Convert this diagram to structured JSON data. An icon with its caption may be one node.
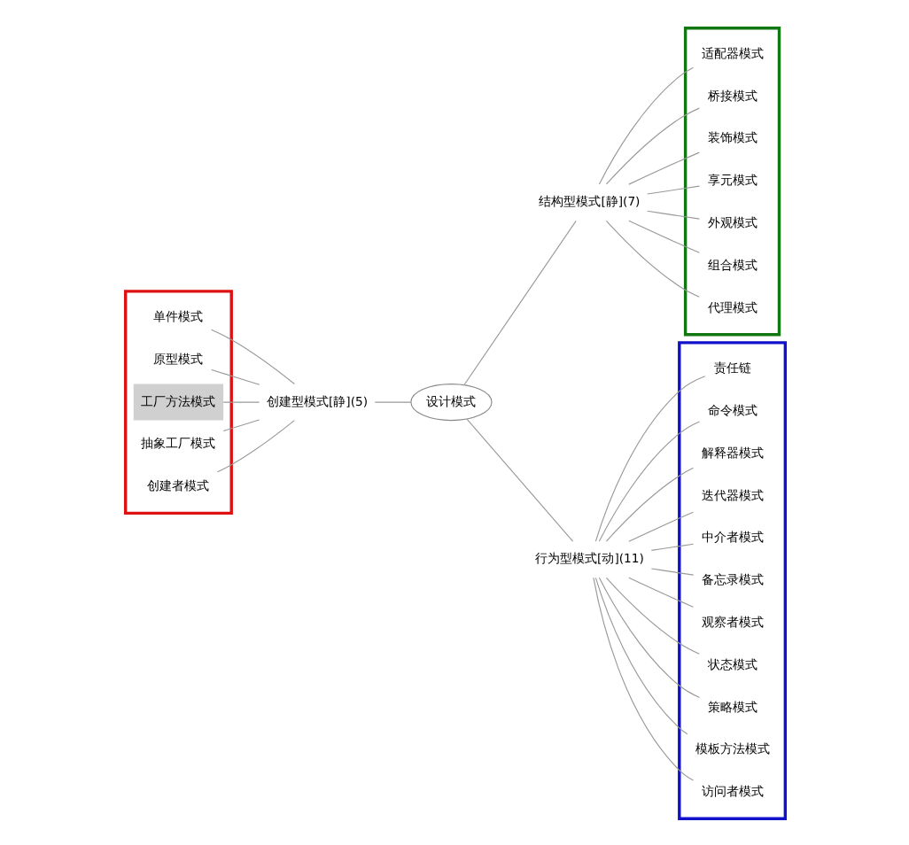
{
  "diagram": {
    "nodes": [
      {
        "text": [
          "设计模式"
        ]
      },
      {
        "text": [
          "创建型模式[静](5)"
        ]
      },
      {
        "text": [],
        "shape": "box"
      },
      {
        "text": [
          "单件模式"
        ],
        "in": 2
      },
      {
        "text": [
          "原型模式"
        ],
        "in": 2
      },
      {
        "text": [
          "工厂方法模式"
        ],
        "in": 2
      },
      {
        "text": [
          "抽象工厂模式"
        ],
        "in": 2
      },
      {
        "text": [
          "创建者模式"
        ],
        "in": 2
      },
      {
        "text": [
          "结构型模式[静](7)"
        ]
      },
      {
        "text": [],
        "shape": "box"
      },
      {
        "text": [
          "适配器模式"
        ],
        "in": 9
      },
      {
        "text": [
          "桥接模式"
        ],
        "in": 9
      },
      {
        "text": [
          "装饰模式"
        ],
        "in": 9
      },
      {
        "text": [
          "享元模式"
        ],
        "in": 9
      },
      {
        "text": [
          "外观模式"
        ],
        "in": 9
      },
      {
        "text": [
          "组合模式"
        ],
        "in": 9
      },
      {
        "text": [
          "代理模式"
        ],
        "in": 9
      },
      {
        "text": [
          "行为型模式[动](11)"
        ]
      },
      {
        "text": [],
        "shape": "box"
      },
      {
        "text": [
          "责任链"
        ],
        "in": 18
      },
      {
        "text": [
          "命令模式"
        ],
        "in": 18
      },
      {
        "text": [
          "解释器模式"
        ],
        "in": 18
      },
      {
        "text": [
          "迭代器模式"
        ],
        "in": 18
      },
      {
        "text": [
          "中介者模式"
        ],
        "in": 18
      },
      {
        "text": [
          "备忘录模式"
        ],
        "in": 18
      },
      {
        "text": [
          "观察者模式"
        ],
        "in": 18
      },
      {
        "text": [
          "状态模式"
        ],
        "in": 18
      },
      {
        "text": [
          "策略模式"
        ],
        "in": 18
      },
      {
        "text": [
          "模板方法模式"
        ],
        "in": 18
      },
      {
        "text": [
          "访问者模式"
        ],
        "in": 18
      }
    ],
    "edges": [
      {
        "from": 0,
        "to": 1,
        "arrow": "none"
      },
      {
        "from": 1,
        "to": 3,
        "arrow": "none"
      },
      {
        "from": 1,
        "to": 4,
        "arrow": "none"
      },
      {
        "from": 1,
        "to": 5,
        "arrow": "none"
      },
      {
        "from": 1,
        "to": 6,
        "arrow": "none"
      },
      {
        "from": 1,
        "to": 7,
        "arrow": "none"
      },
      {
        "from": 0,
        "to": 8,
        "arrow": "none"
      },
      {
        "from": 8,
        "to": 10,
        "arrow": "none"
      },
      {
        "from": 8,
        "to": 11,
        "arrow": "none"
      },
      {
        "from": 8,
        "to": 12,
        "arrow": "none"
      },
      {
        "from": 8,
        "to": 13,
        "arrow": "none"
      },
      {
        "from": 8,
        "to": 14,
        "arrow": "none"
      },
      {
        "from": 8,
        "to": 15,
        "arrow": "none"
      },
      {
        "from": 8,
        "to": 16,
        "arrow": "none"
      },
      {
        "from": 0,
        "to": 17,
        "arrow": "none"
      },
      {
        "from": 17,
        "to": 19,
        "arrow": "none"
      },
      {
        "from": 17,
        "to": 20,
        "arrow": "none"
      },
      {
        "from": 17,
        "to": 21,
        "arrow": "none"
      },
      {
        "from": 17,
        "to": 22,
        "arrow": "none"
      },
      {
        "from": 17,
        "to": 23,
        "arrow": "none"
      },
      {
        "from": 17,
        "to": 24,
        "arrow": "none"
      },
      {
        "from": 17,
        "to": 25,
        "arrow": "none"
      },
      {
        "from": 17,
        "to": 26,
        "arrow": "none"
      },
      {
        "from": 17,
        "to": 27,
        "arrow": "none"
      },
      {
        "from": 17,
        "to": 28,
        "arrow": "none"
      },
      {
        "from": 17,
        "to": 29,
        "arrow": "none"
      }
    ]
  }
}
